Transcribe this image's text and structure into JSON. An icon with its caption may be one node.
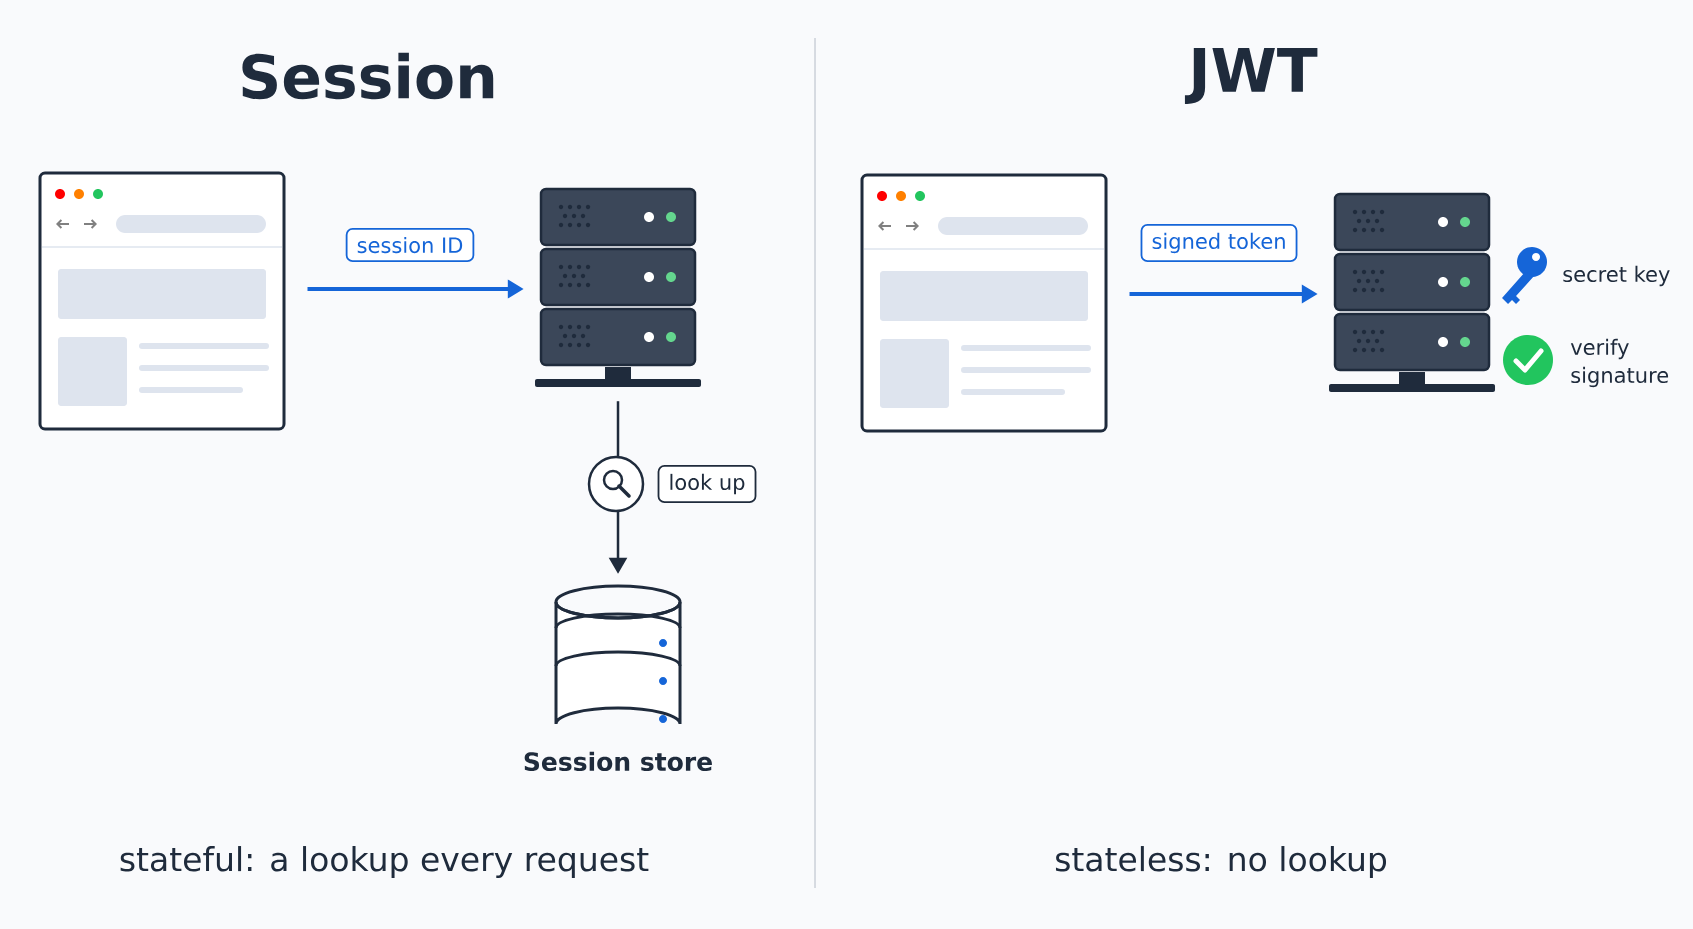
{
  "diagram": {
    "nodes": [
      {
        "text": [],
        "shape": "browser"
      },
      {
        "text": [],
        "shape": "server"
      },
      {
        "text": [
          "Session store"
        ]
      },
      {
        "text": [],
        "shape": "browser"
      },
      {
        "text": [],
        "shape": "server"
      }
    ],
    "edges": [
      {
        "from": 0,
        "to": 1,
        "arrow": "to",
        "label": "session ID"
      },
      {
        "from": 1,
        "to": 2,
        "arrow": "to",
        "label": "look up",
        "color": "#1f2b3c"
      },
      {
        "from": 3,
        "to": 4,
        "arrow": "to",
        "label": "signed token"
      }
    ],
    "labels": [
      "Session",
      "JWT",
      "secret key",
      "verify signature",
      "stateful: a lookup every request",
      "stateless: no lookup"
    ]
  }
}
